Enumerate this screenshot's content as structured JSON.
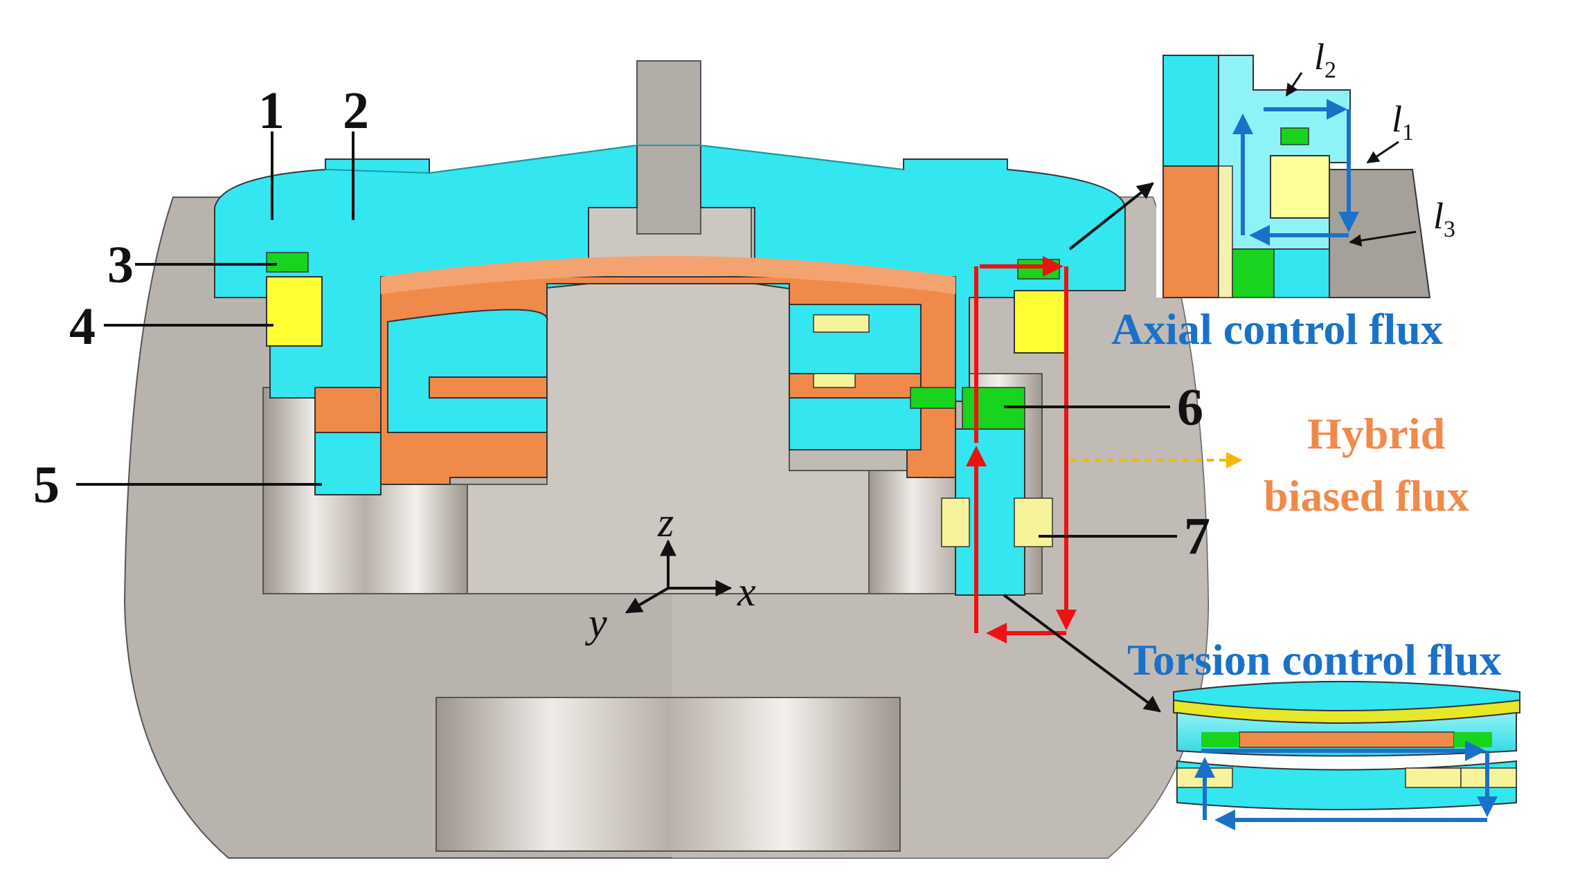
{
  "colors": {
    "steel": "#b9b3ad",
    "steel_dark": "#9d9791",
    "cyan": "#33e6f0",
    "cyan_light": "#8ff2f7",
    "orange": "#f08a4b",
    "yellow": "#ffff33",
    "green": "#19d41c",
    "red_flux": "#ee1111",
    "blue_flux": "#1a72c8",
    "hybrid_label": "#f08a4b",
    "control_label": "#1a72c8"
  },
  "part_labels": [
    "1",
    "2",
    "3",
    "4",
    "5",
    "6",
    "7"
  ],
  "axes": {
    "z": "z",
    "x": "x",
    "y": "y"
  },
  "gap_labels": {
    "l1": "l",
    "l1_sub": "1",
    "l2": "l",
    "l2_sub": "2",
    "l3": "l",
    "l3_sub": "3"
  },
  "legend": {
    "axial": "Axial control flux",
    "hybrid_line1": "Hybrid",
    "hybrid_line2": "biased flux",
    "torsion": "Torsion control flux"
  }
}
